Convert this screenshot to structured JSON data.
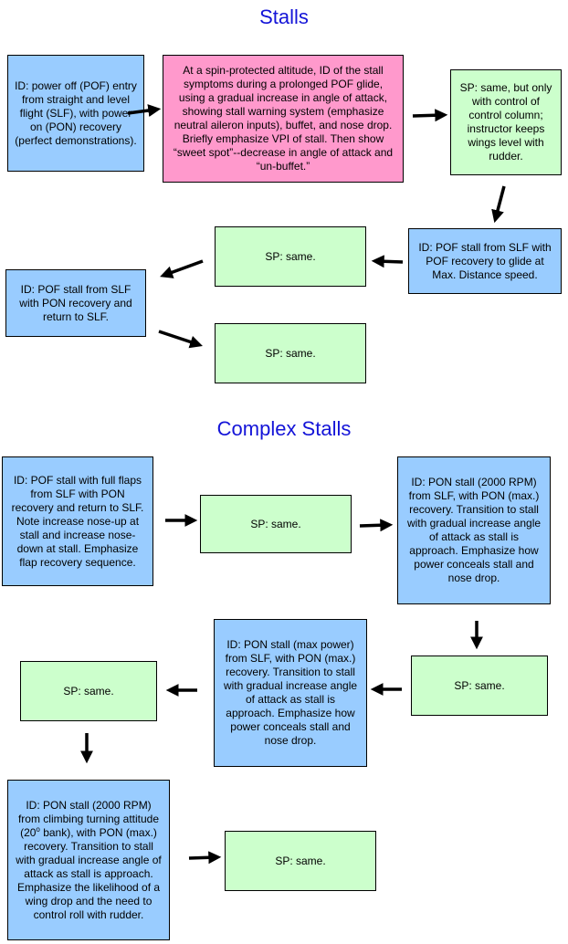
{
  "sections": {
    "stalls_title": "Stalls",
    "complex_title": "Complex Stalls"
  },
  "boxes": {
    "b1": "ID: power off (POF) entry from straight and level flight (SLF), with power on (PON) recovery (perfect demonstrations).",
    "b2": "At a  spin-protected altitude, ID of the stall symptoms during a prolonged POF glide, using a gradual increase in angle of attack, showing stall warning system (emphasize neutral aileron inputs), buffet, and nose drop.   Briefly emphasize VPI of stall.  Then show “sweet spot”--decrease in angle of attack and “un-buffet.”",
    "b3": "SP: same, but only with control of control column; instructor keeps wings level with rudder.",
    "b4": "ID: POF stall from SLF with POF recovery to glide at Max. Distance speed.",
    "b5": "SP: same.",
    "b6": "ID: POF stall from SLF with PON recovery and return to SLF.",
    "b7": "SP: same.",
    "c1": "ID: POF stall with full flaps from SLF with PON recovery and return to SLF.  Note increase nose-up at stall and increase nose-down at stall. Emphasize flap recovery sequence.",
    "c2": "SP: same.",
    "c3": "ID: PON stall (2000 RPM) from SLF, with PON (max.) recovery. Transition to stall with gradual increase angle of attack as stall is approach.  Emphasize how power conceals stall and nose drop.",
    "c4": "SP: same.",
    "c5": "ID: PON stall (max power) from SLF, with PON (max.) recovery. Transition to stall with gradual increase angle of attack as stall is approach.  Emphasize how power conceals stall and nose drop.",
    "c6": "SP: same.",
    "c7_pre": "ID: PON stall (2000 RPM) from climbing turning attitude (20",
    "c7_sup": "o",
    "c7_post": " bank), with PON (max.) recovery. Transition to stall with gradual increase angle of attack as stall is approach. Emphasize the likelihood of a wing drop and the need to control roll with rudder.",
    "c8": "SP: same."
  },
  "colors": {
    "title": "#1414d8",
    "id_box": "#99ccff",
    "sp_box": "#ccffcc",
    "intro_box": "#ff99cc"
  }
}
